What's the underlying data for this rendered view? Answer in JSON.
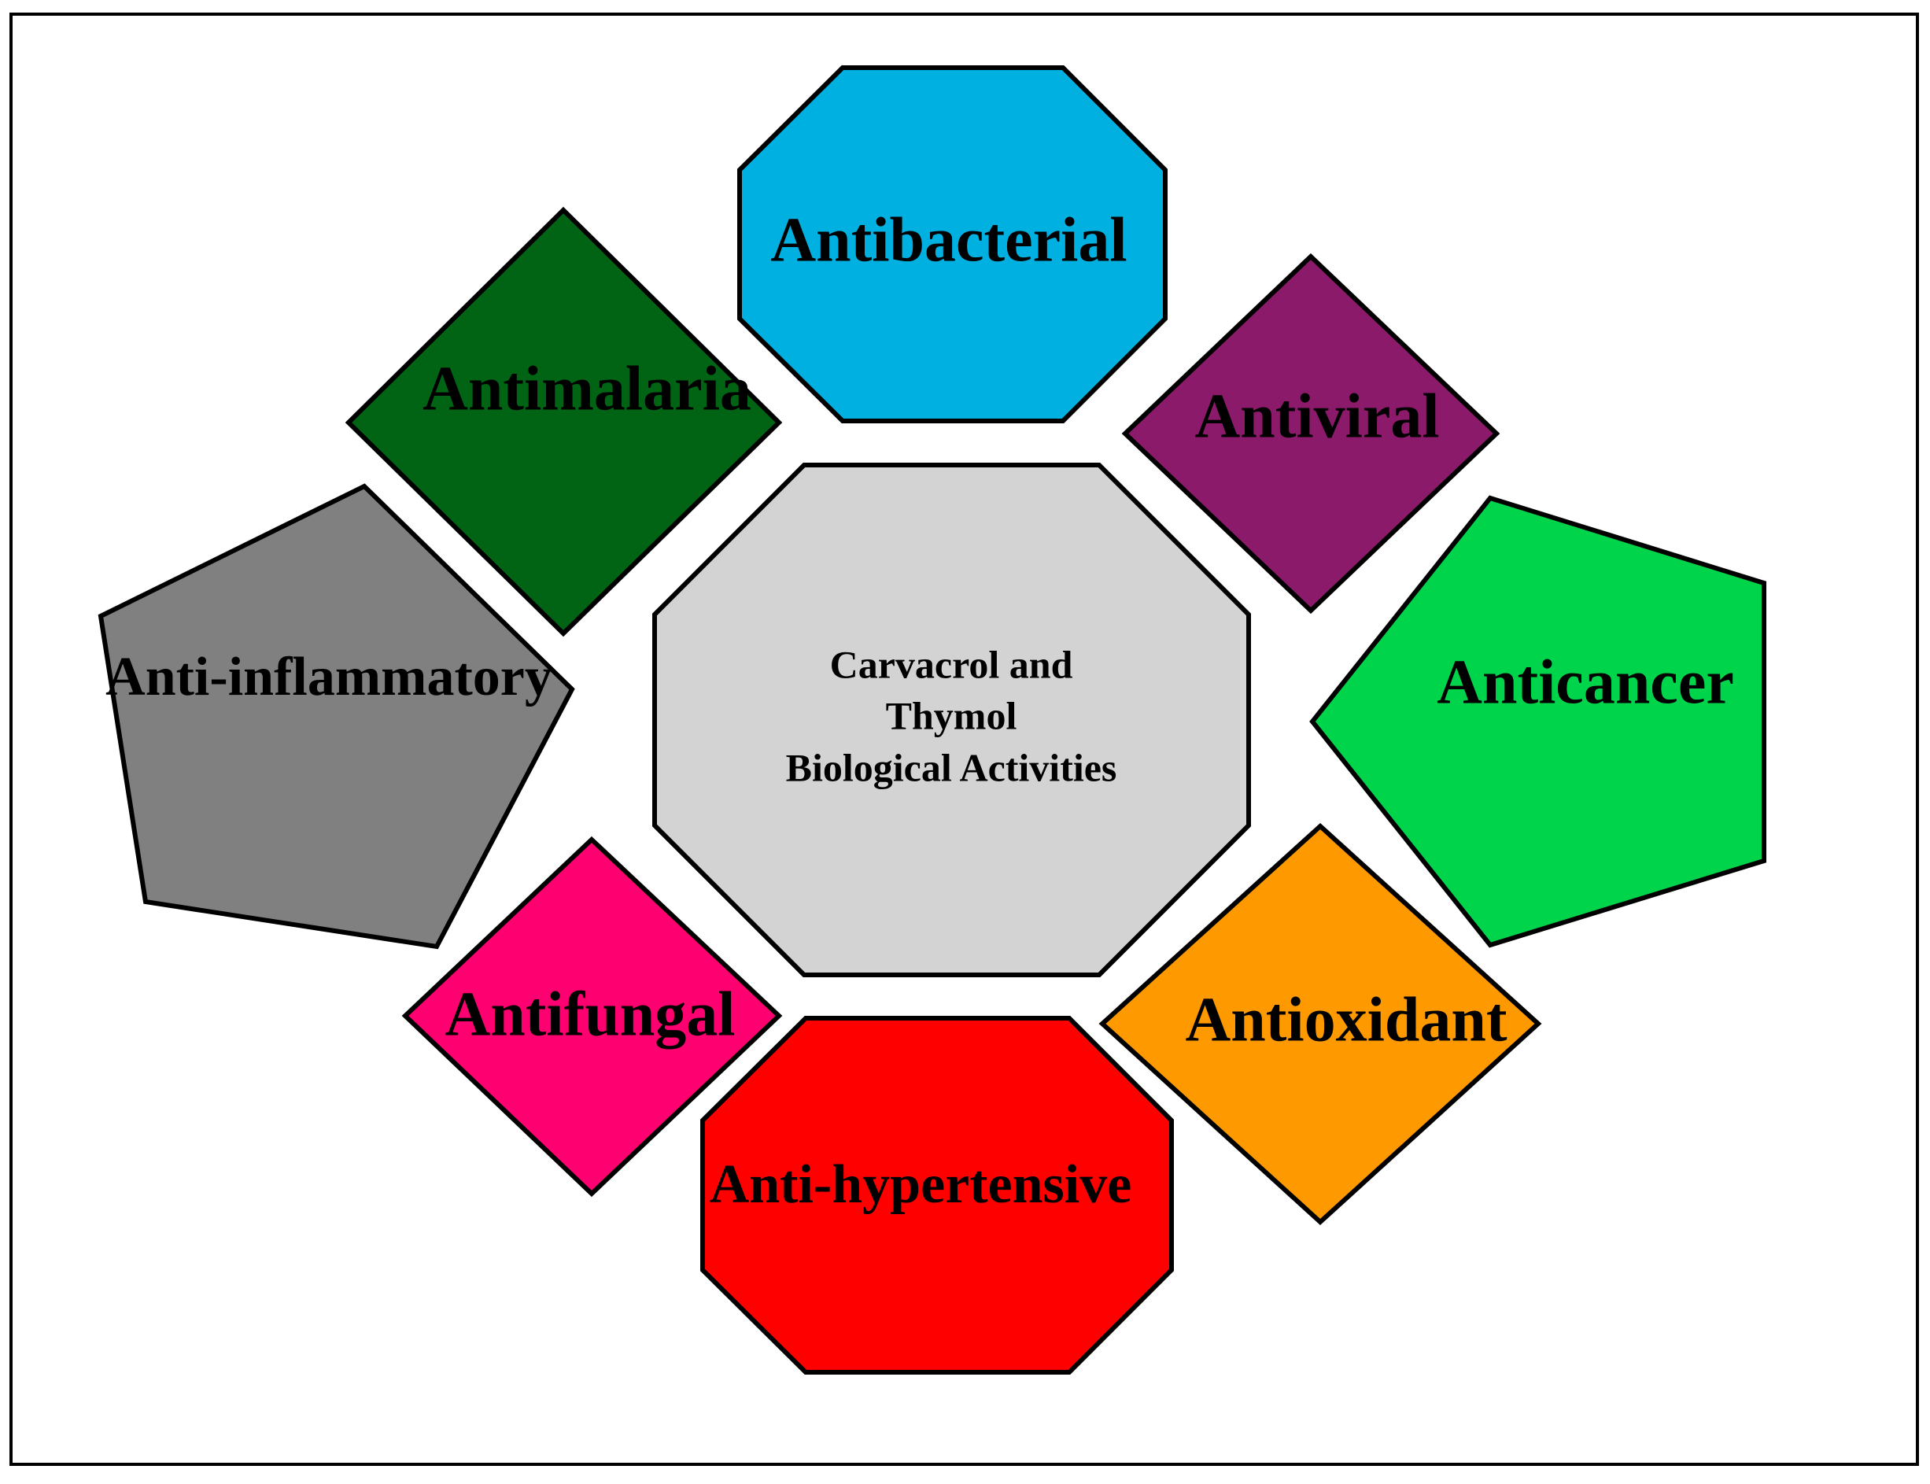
{
  "center": {
    "lines": [
      "Carvacrol and",
      "Thymol",
      "Biological Activities"
    ],
    "color": "#d3d3d3"
  },
  "activities": [
    {
      "id": "antibacterial",
      "label": "Antibacterial",
      "color": "#00b0e0",
      "shape": "octagon"
    },
    {
      "id": "antiviral",
      "label": "Antiviral",
      "color": "#8b1a6b",
      "shape": "diamond"
    },
    {
      "id": "anticancer",
      "label": "Anticancer",
      "color": "#00d44a",
      "shape": "pentagon"
    },
    {
      "id": "antioxidant",
      "label": "Antioxidant",
      "color": "#ff9900",
      "shape": "diamond"
    },
    {
      "id": "antihypertensive",
      "label": "Anti-hypertensive",
      "color": "#ff0000",
      "shape": "octagon"
    },
    {
      "id": "antifungal",
      "label": "Antifungal",
      "color": "#ff0070",
      "shape": "diamond"
    },
    {
      "id": "antiinflammatory",
      "label": "Anti-inflammatory",
      "color": "#808080",
      "shape": "pentagon"
    },
    {
      "id": "antimalaria",
      "label": "Antimalaria",
      "color": "#006414",
      "shape": "diamond"
    }
  ]
}
